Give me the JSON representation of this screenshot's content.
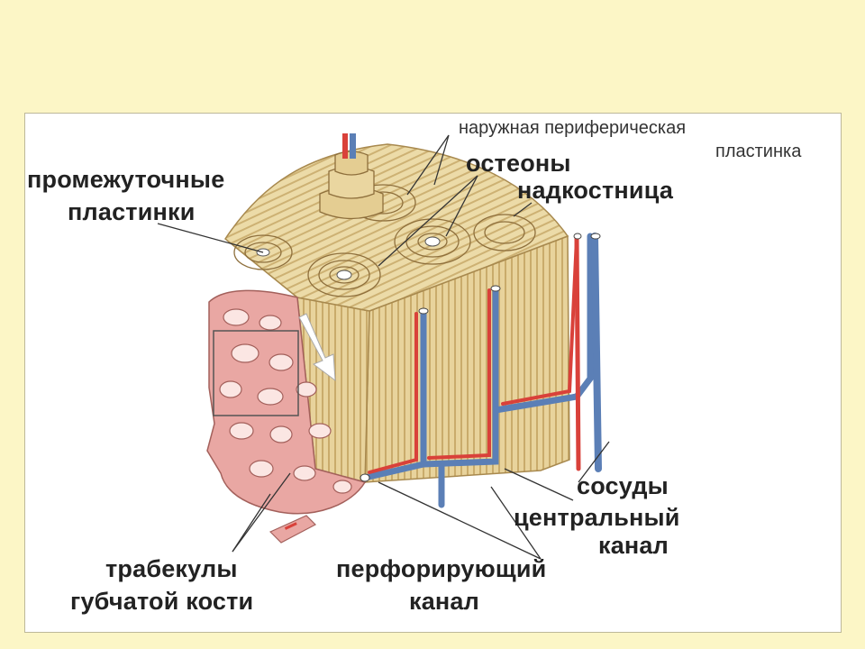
{
  "labels": {
    "outer_lamella_1": "наружная периферическая",
    "outer_lamella_2": "пластинка",
    "osteons": "остеоны",
    "periosteum": "надкостница",
    "interstitial_1": "промежуточные",
    "interstitial_2": "пластинки",
    "vessels": "сосуды",
    "central_canal_1": "центральный",
    "central_canal_2": "канал",
    "trabeculae_1": "трабекулы",
    "trabeculae_2": "губчатой кости",
    "perforating_1": "перфорирующий",
    "perforating_2": "канал"
  },
  "colors": {
    "page_background": "#fcf6c6",
    "bone": "#e6cf95",
    "bone_stripe": "#c4a668",
    "spongy_bone": "#e9a7a3",
    "artery": "#d9413a",
    "vein": "#5b7fb6"
  }
}
